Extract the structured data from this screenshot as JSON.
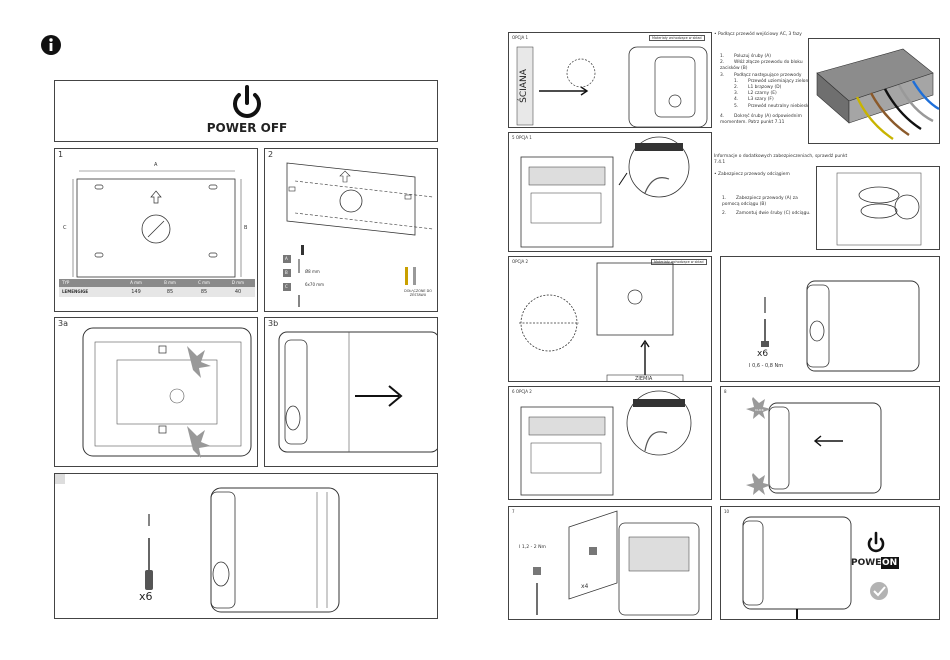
{
  "info_icon": "info-circle-icon",
  "power_off": {
    "label": "POWER OFF",
    "icon": "power-icon"
  },
  "step1": {
    "num": "1",
    "dim_a": "A",
    "dim_b": "B",
    "dim_c": "C",
    "table": {
      "headers": [
        "TYP",
        "A mm",
        "B mm",
        "C mm",
        "D mm"
      ],
      "row": [
        "LEMENGIGE",
        "149",
        "85",
        "85",
        "40"
      ]
    }
  },
  "step2": {
    "num": "2",
    "legend": [
      {
        "key": "A",
        "text": ""
      },
      {
        "key": "B",
        "text": "Ø8 mm"
      },
      {
        "key": "C",
        "text": "6x70 mm"
      }
    ],
    "note": "DOŁĄCZONE DO ZESTAWU"
  },
  "step3a": {
    "num": "3a"
  },
  "step3b": {
    "num": "3b"
  },
  "step4": {
    "count": "x6"
  },
  "opcja1_wall": {
    "title": "OPCJA 1",
    "note": "Materiały wchodzące w skład",
    "wall_label": "ŚCIANA"
  },
  "opcja1_box": {
    "title": "5   OPCJA 1"
  },
  "opcja2_ground": {
    "title": "OPCJA 2",
    "note": "Materiały wchodzące w skład",
    "ground_label": "ZIEMIA"
  },
  "opcja2_box": {
    "title": "6   OPCJA 2"
  },
  "text_connect": {
    "title": "• Podłącz przewód wejściowy AC, 3 fazy",
    "items": [
      {
        "n": "1.",
        "text": "Poluzuj śruby (A)"
      },
      {
        "n": "2.",
        "text": "Włóż złącze przewodu do bloku zacisków (B)"
      },
      {
        "n": "3.",
        "text": "Podłącz następujące przewody"
      }
    ],
    "wires": [
      {
        "n": "1.",
        "text": "Przewód uziemiający zielono żółty (C)"
      },
      {
        "n": "2.",
        "text": "L1 brązowy (D)"
      },
      {
        "n": "3.",
        "text": "L2 czarny (E)"
      },
      {
        "n": "4.",
        "text": "L3 szary (F)"
      },
      {
        "n": "5.",
        "text": "Przewód neutralny niebieski (G)"
      }
    ],
    "item4": {
      "n": "4.",
      "text": "Dokręć śruby (A) odpowiednim momentem. Patrz punkt 7.11"
    },
    "info": "Informacje o dodatkowych zabezpieczeniach, sprawdź punkt 7.4.1"
  },
  "text_secure": {
    "title": "• Zabezpiecz przewody odciągiem",
    "items": [
      {
        "n": "1.",
        "text": "Zabezpiecz przewody (A) za pomocą odciągu (B)"
      },
      {
        "n": "2.",
        "text": "Zamontuj dwie śruby (C) odciągu."
      }
    ]
  },
  "step_torque1": {
    "count": "x6",
    "torque": "I 0,6 - 0,8 Nm"
  },
  "step_click": {
    "num": "8",
    "badge": "CLICK"
  },
  "step_mount": {
    "num": "7",
    "torque": "I 1,2 - 2 Nm",
    "count": "x4"
  },
  "step_final": {
    "num": "10",
    "power": "POWER",
    "on": "ON"
  },
  "colors": {
    "yellow_green": "#c8b400",
    "brown": "#8b5a2b",
    "black": "#111111",
    "grey": "#999999",
    "blue": "#1e6fd9",
    "click_badge": "#9a9a9a"
  }
}
